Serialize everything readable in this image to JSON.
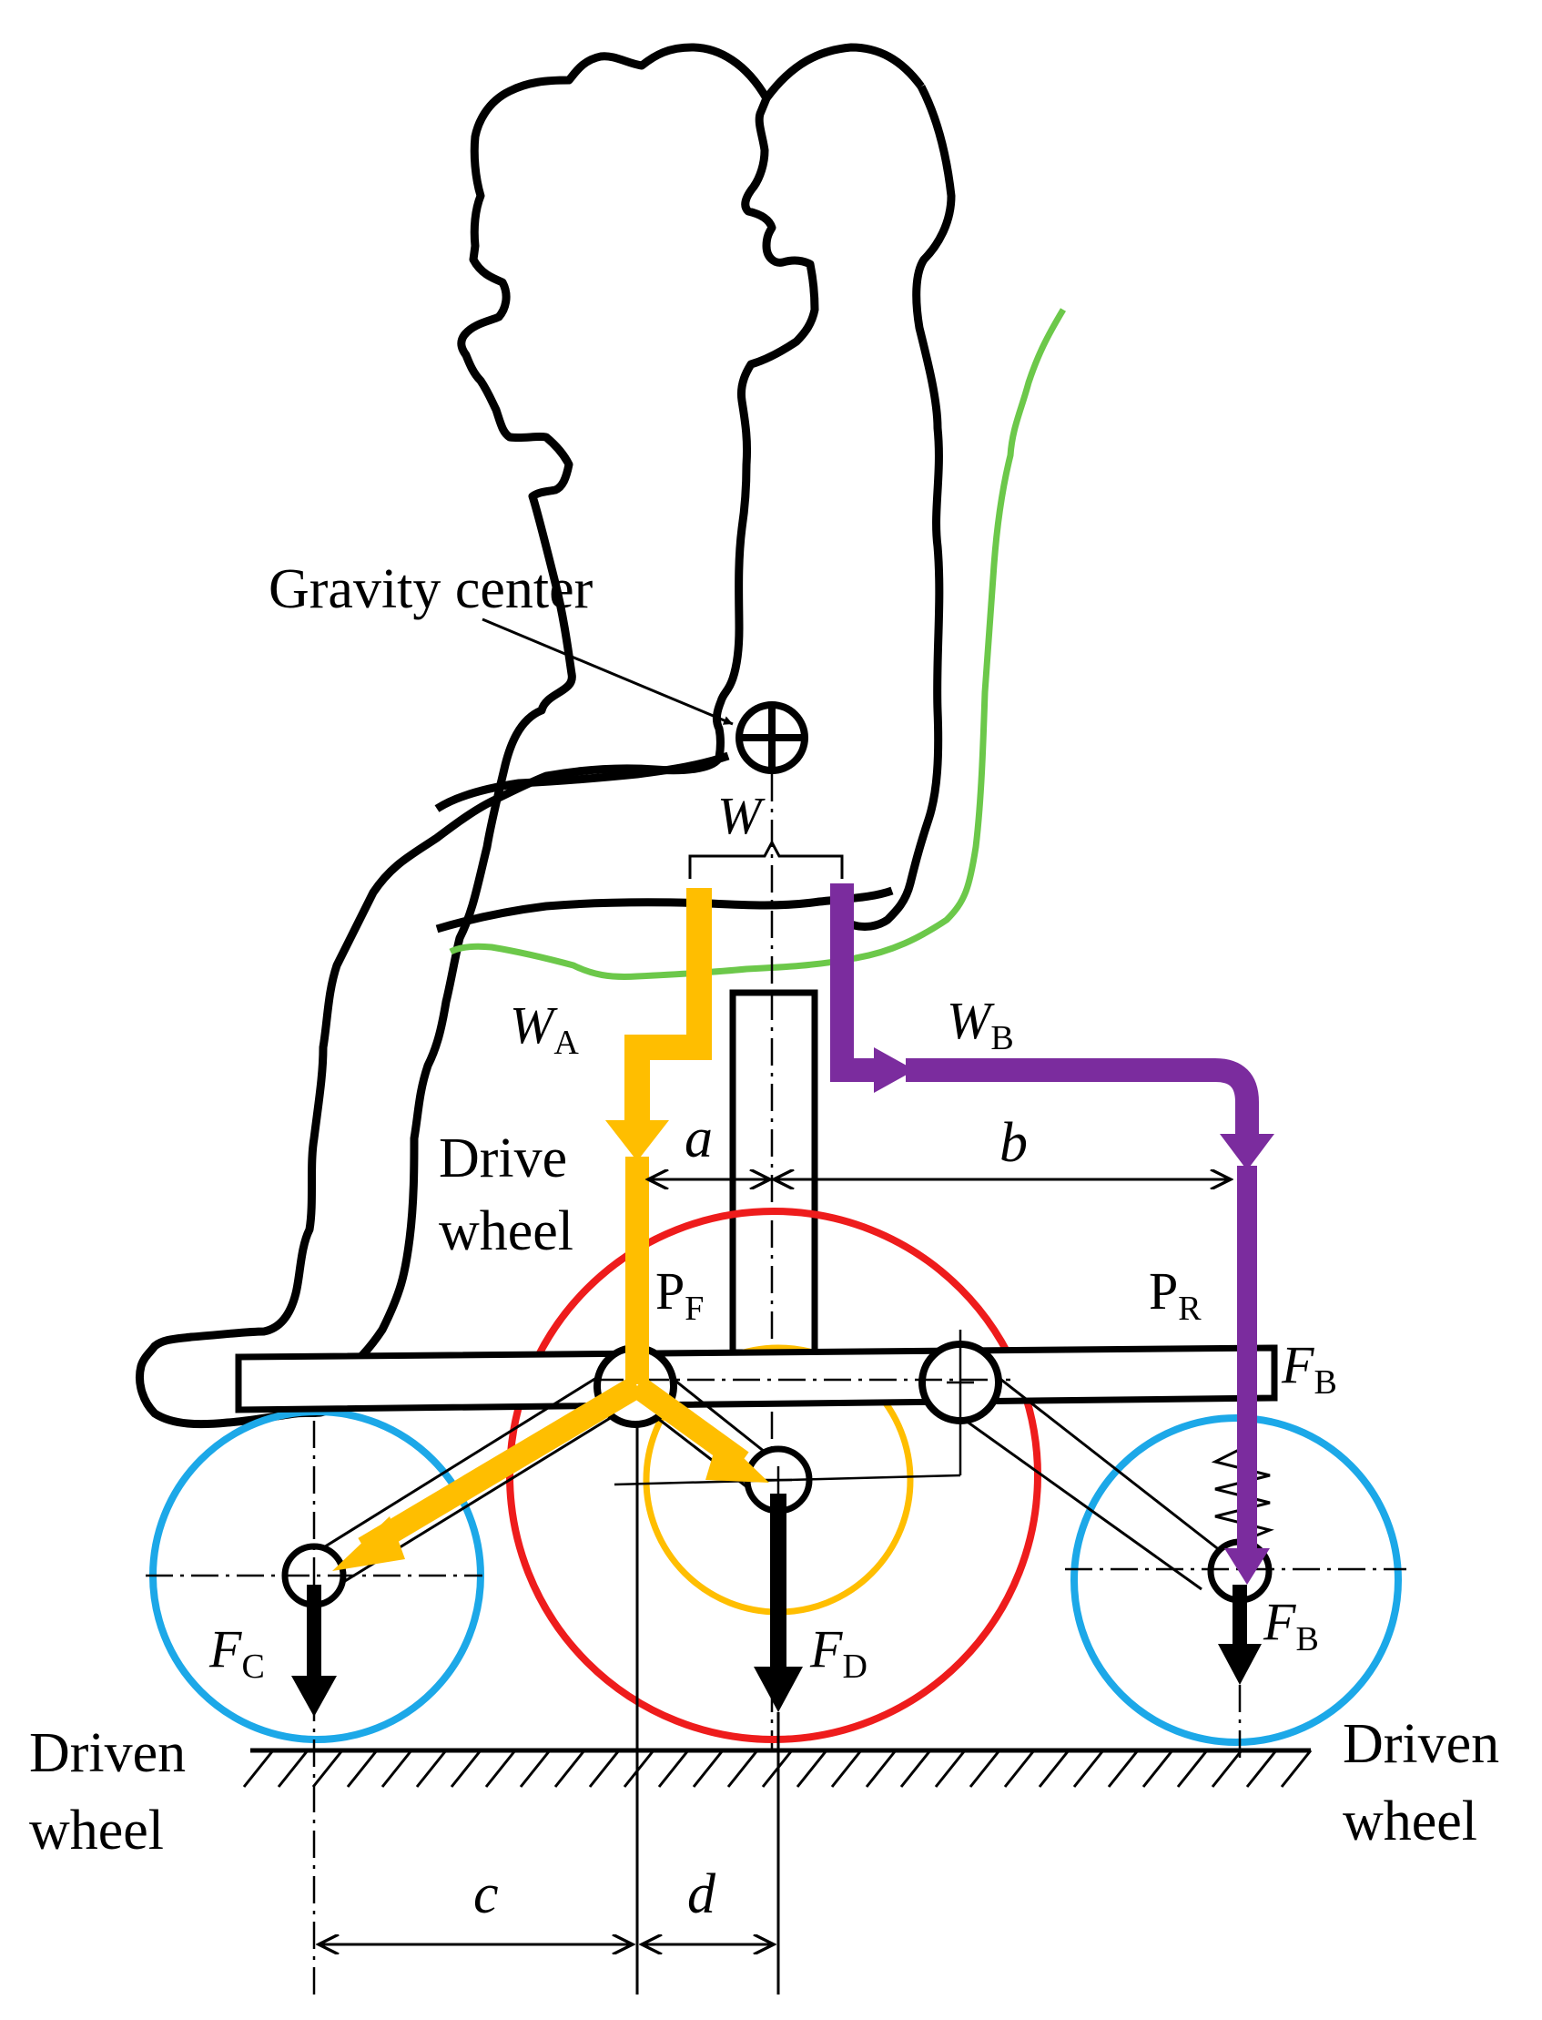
{
  "colors": {
    "outline": "#000000",
    "drive_wheel": "#ee1c1c",
    "driven_wheel": "#1ca8e8",
    "wheel_A_path": "#ffbe00",
    "wheel_B_path": "#7b2c9e",
    "seat_back": "#6cc84a"
  },
  "labels": {
    "gravity_center": "Gravity center",
    "W": "W",
    "W_A_main": "W",
    "W_A_sub": "A",
    "W_B_main": "W",
    "W_B_sub": "B",
    "a": "a",
    "b": "b",
    "c": "c",
    "d": "d",
    "drive_wheel_line1": "Drive",
    "drive_wheel_line2": "wheel",
    "P_F_main": "P",
    "P_F_sub": "F",
    "P_R_main": "P",
    "P_R_sub": "R",
    "F_B_top_main": "F",
    "F_B_top_sub": "B",
    "F_B_main": "F",
    "F_B_sub": "B",
    "F_C_main": "F",
    "F_C_sub": "C",
    "F_D_main": "F",
    "F_D_sub": "D",
    "driven_left_line1": "Driven",
    "driven_left_line2": "wheel",
    "driven_right_line1": "Driven",
    "driven_right_line2": "wheel"
  },
  "icons": {
    "gravity_center": "crosshair-circle-icon",
    "ground": "hatched-ground-icon"
  }
}
